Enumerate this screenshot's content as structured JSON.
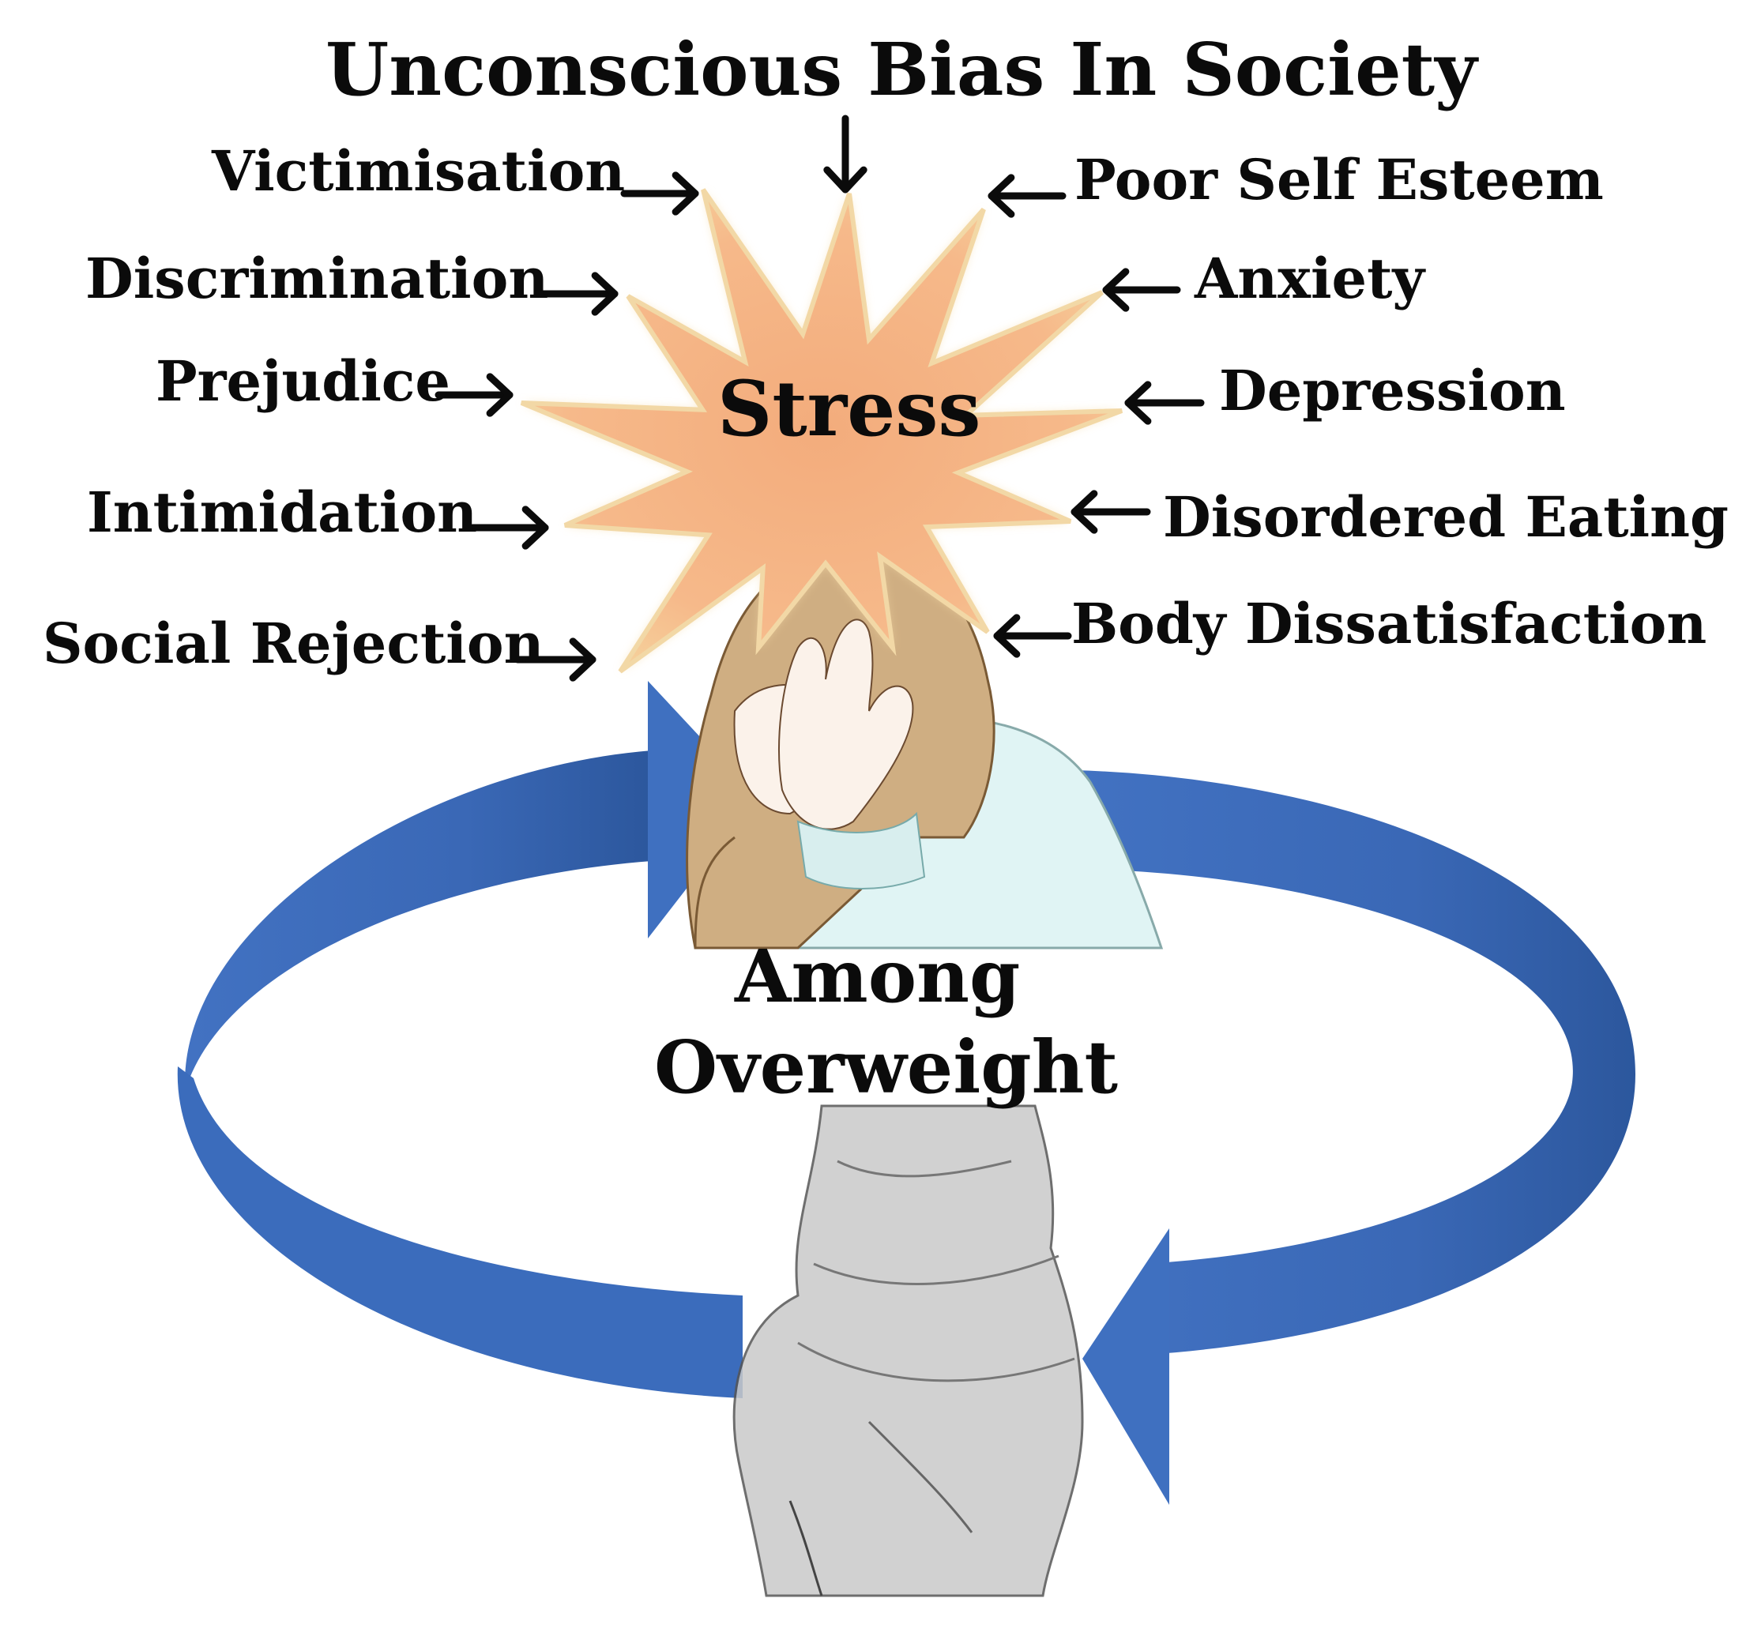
{
  "title": "Unconscious Bias In Society",
  "center": "Stress",
  "bottom": {
    "line1": "Among",
    "line2": "Overweight"
  },
  "left_labels": [
    "Victimisation",
    "Discrimination",
    "Prejudice",
    "Intimidation",
    "Social Rejection"
  ],
  "right_labels": [
    "Poor Self Esteem",
    "Anxiety",
    "Depression",
    "Disordered Eating",
    "Body Dissatisfaction"
  ],
  "colors": {
    "cycle_arrow": "#3c6dbd",
    "cycle_arrow_dark": "#2d58a0",
    "starburst": "#f6b98a",
    "starburst_edge": "#f3d49a",
    "text": "#0b0b0b",
    "sweater": "#dff2f2",
    "hair": "#c9a77a",
    "body_shading": "#bdbdbd"
  },
  "icons": {
    "pointer": "arrow-icon",
    "cycle": "circular-cycle-arrows",
    "figure": "distressed-woman-illustration",
    "burst": "starburst-shape"
  }
}
